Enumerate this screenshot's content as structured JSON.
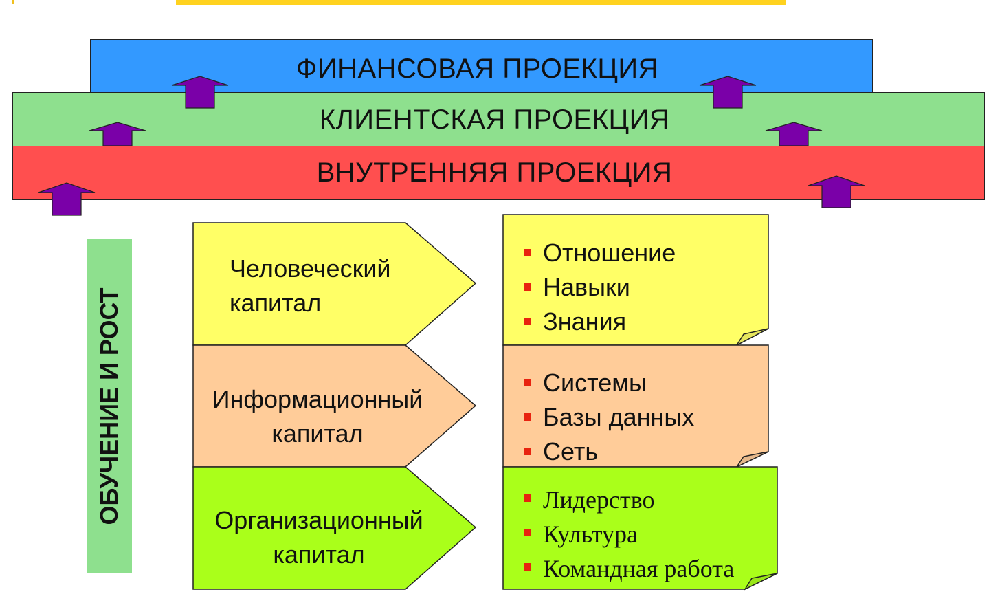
{
  "bands": {
    "financial": "ФИНАНСОВАЯ ПРОЕКЦИЯ",
    "customer": "КЛИЕНТСКАЯ ПРОЕКЦИЯ",
    "internal": "ВНУТРЕННЯЯ ПРОЕКЦИЯ"
  },
  "side_label": "ОБУЧЕНИЕ И РОСТ",
  "capitals": {
    "human": {
      "line1": "Человеческий",
      "line2": "капитал",
      "items": [
        "Отношение",
        "Навыки",
        "Знания"
      ]
    },
    "information": {
      "line1": "Информационный",
      "line2": "капитал",
      "items": [
        "Системы",
        "Базы данных",
        "Сеть"
      ]
    },
    "organization": {
      "line1": "Организационный",
      "line2": "капитал",
      "items": [
        "Лидерство",
        "Культура",
        "Командная работа"
      ]
    }
  },
  "colors": {
    "top_accent": "#FFD21F",
    "financial": "#3399FF",
    "customer": "#8EE08E",
    "internal": "#FF4F4F",
    "arrow": "#7A00A8",
    "human": "#FFFF66",
    "information": "#FFCC99",
    "organization": "#AAFF1A",
    "bullet": "#E8230F"
  }
}
